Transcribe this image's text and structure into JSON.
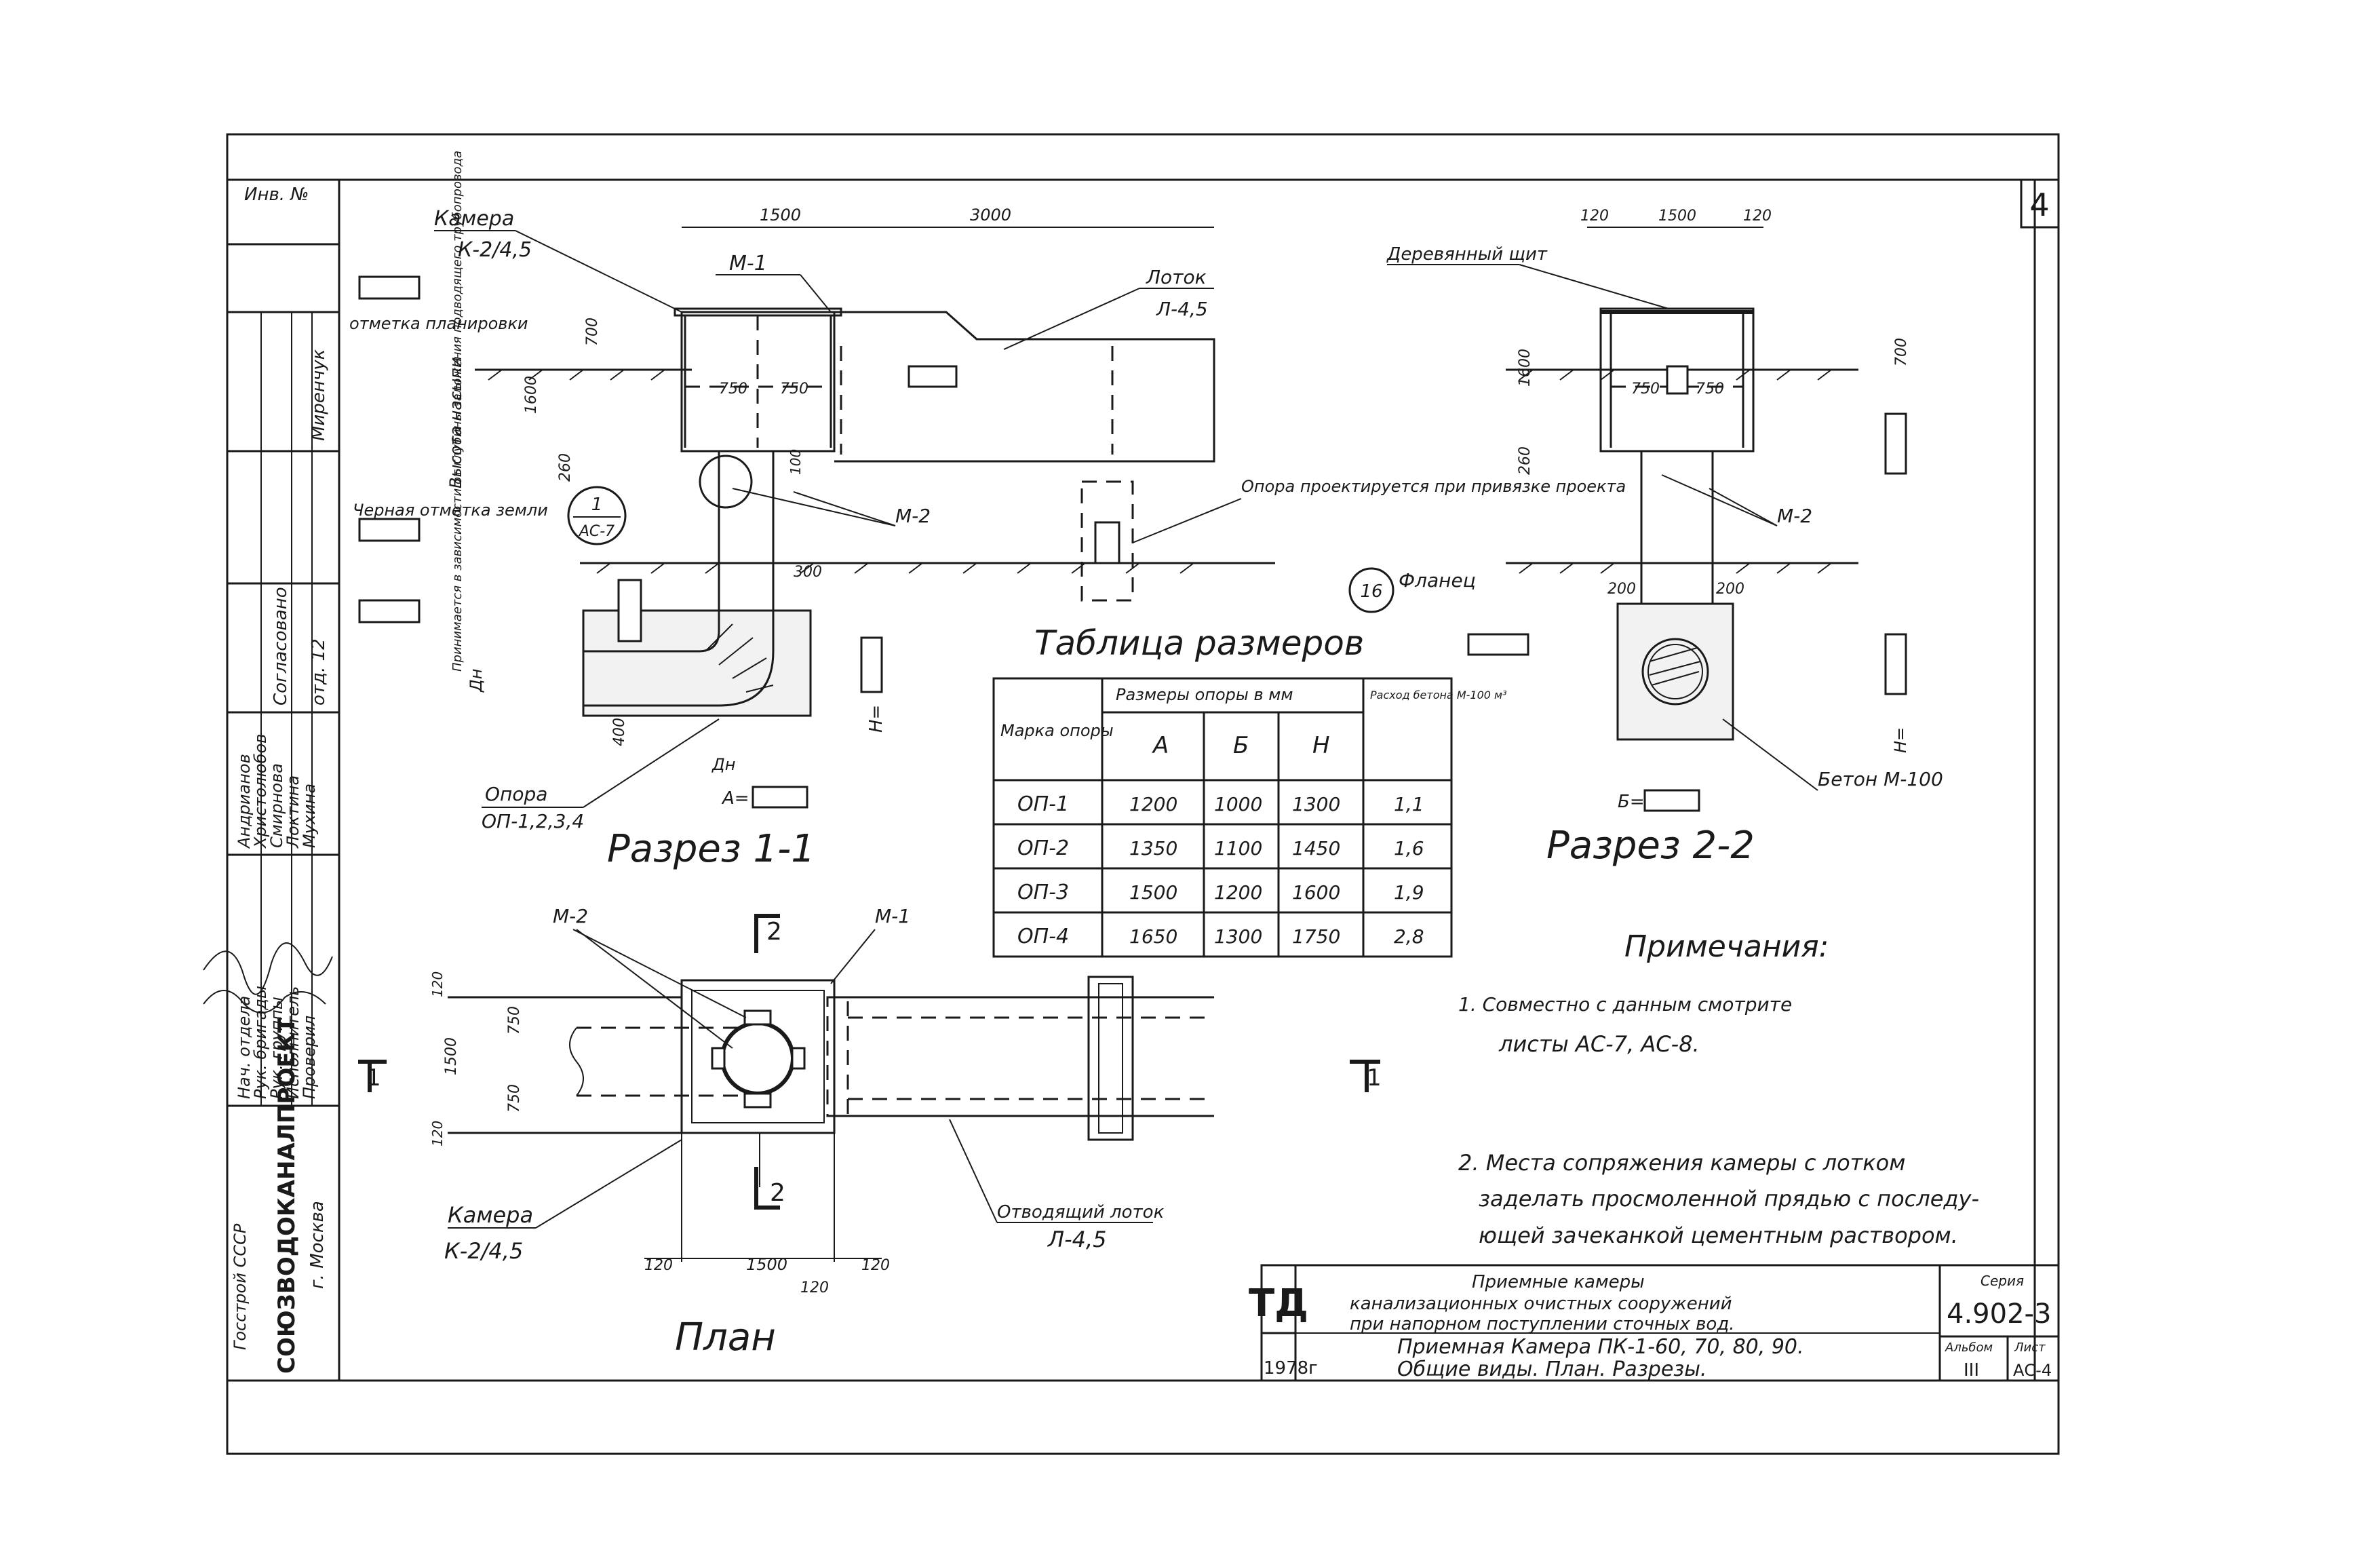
{
  "sheet": {
    "inv_label": "Инв. №",
    "sheet_number": "4"
  },
  "section11": {
    "title": "Разрез 1-1",
    "kamera": "Камера",
    "kamera_mark": "К-2/4,5",
    "m1": "М-1",
    "m2": "М-2",
    "lotok": "Лоток",
    "lotok_mark": "Л-4,5",
    "otmetka_plan": "отметка планировки",
    "chernaya_otmetka": "Черная отметка земли",
    "vysota_nasypi": "Высота насыпи",
    "opora": "Опора",
    "opora_marks": "ОП-1,2,3,4",
    "opora_proekt": "Опора проектируется при привязке проекта",
    "flanec": "Фланец",
    "flanec_num": "16",
    "ref_num": "1",
    "ref_sheet": "АС-7",
    "vertical_note": "Принимается в зависимости от глубины заложения подводящего трубопровода",
    "dims": {
      "d3000": "3000",
      "d1500": "1500",
      "d700": "700",
      "d1600": "1600",
      "d260": "260",
      "d750a": "750",
      "d750b": "750",
      "d100": "100",
      "d300": "300",
      "d400": "400",
      "dn": "Дн",
      "h_eq": "Н=",
      "a_eq": "А="
    }
  },
  "section22": {
    "title": "Разрез 2-2",
    "shchit": "Деревянный щит",
    "m2": "М-2",
    "beton": "Бетон М-100",
    "dims": {
      "d120a": "120",
      "d1500": "1500",
      "d120b": "120",
      "d1600": "1600",
      "d700": "700",
      "d260": "260",
      "d750a": "750",
      "d750b": "750",
      "d200a": "200",
      "d200b": "200",
      "b_eq": "Б=",
      "h_eq": "Н="
    }
  },
  "plan": {
    "title": "План",
    "m1": "М-1",
    "m2": "М-2",
    "kamera": "Камера",
    "kamera_mark": "К-2/4,5",
    "otvod": "Отводящий лоток",
    "otvod_mark": "Л-4,5",
    "cut11": "1",
    "cut22": "2",
    "dims": {
      "d120a": "120",
      "d750a": "750",
      "d1500v": "1500",
      "d750b": "750",
      "d120b": "120",
      "d120c": "120",
      "d1500h": "1500",
      "d120d": "120",
      "d120e": "120"
    }
  },
  "table": {
    "title": "Таблица размеров",
    "col_mark": "Марка опоры",
    "col_sizes": "Размеры опоры в мм",
    "col_a": "А",
    "col_b": "Б",
    "col_h": "Н",
    "col_beton": "Расход бетона М-100 м³",
    "rows": [
      {
        "mark": "ОП-1",
        "a": "1200",
        "b": "1000",
        "h": "1300",
        "v": "1,1"
      },
      {
        "mark": "ОП-2",
        "a": "1350",
        "b": "1100",
        "h": "1450",
        "v": "1,6"
      },
      {
        "mark": "ОП-3",
        "a": "1500",
        "b": "1200",
        "h": "1600",
        "v": "1,9"
      },
      {
        "mark": "ОП-4",
        "a": "1650",
        "b": "1300",
        "h": "1750",
        "v": "2,8"
      }
    ]
  },
  "notes": {
    "title": "Примечания:",
    "n1_line1": "1. Совместно с данным смотрите",
    "n1_line2": "листы АС-7, АС-8.",
    "n2_line1": "2. Места сопряжения камеры с лотком",
    "n2_line2": "заделать просмоленной прядью с последу-",
    "n2_line3": "ющей зачеканкой цементным раствором."
  },
  "stamp": {
    "org_main": "СОЮЗВОДОКАНАЛПРОЕКТ",
    "org_city": "г. Москва",
    "gosstroy": "Госстрой СССР",
    "roles": [
      "Нач. отдела",
      "Рук. бригады",
      "Рук. группы",
      "Исполнитель",
      "Проверил"
    ],
    "names": [
      "Андрианов",
      "Христолюбов",
      "Смирнова",
      "Локтина",
      "Мухина"
    ],
    "agreed": "Согласовано",
    "otd": "отд. 12",
    "mirenchuk": "Миренчук",
    "td_logo": "ТД",
    "year": "1978г",
    "title_line1": "Приемные камеры",
    "title_line2": "канализационных очистных сооружений",
    "title_line3": "при напорном поступлении сточных вод.",
    "title_line4": "Приемная Камера ПК-1-60, 70, 80, 90.",
    "title_line5": "Общие виды. План. Разрезы.",
    "seria_label": "Серия",
    "seria": "4.902-3",
    "album_label": "Альбом",
    "album": "III",
    "list_label": "Лист",
    "list": "АС-4"
  }
}
